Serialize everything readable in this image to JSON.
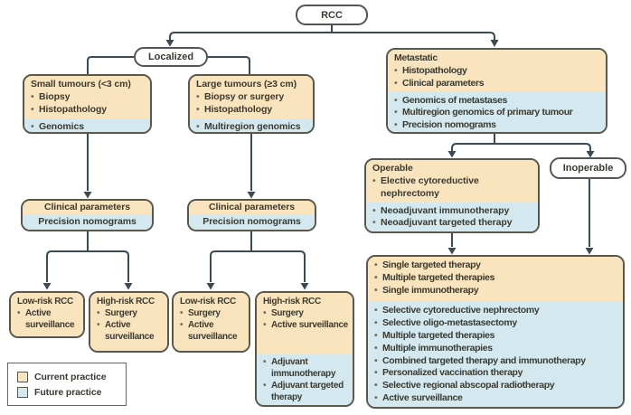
{
  "colors": {
    "current_practice": "#f9e4bd",
    "future_practice": "#d3e8ef",
    "box_border": "#59584d",
    "node_border": "#54545b",
    "arrow": "#3c4a54",
    "text": "#3a3a31",
    "bullet": "#6e6e64",
    "legend_border": "#666666"
  },
  "nodes": {
    "root": {
      "label": "RCC"
    },
    "localized": {
      "label": "Localized"
    },
    "inoperable": {
      "label": "Inoperable"
    }
  },
  "boxes": {
    "small_tumours": {
      "title": "Small tumours (<3 cm)",
      "current": [
        "Biopsy",
        "Histopathology"
      ],
      "future": [
        "Genomics"
      ]
    },
    "large_tumours": {
      "title": "Large tumours (≥3 cm)",
      "current": [
        "Biopsy or surgery",
        "Histopathology"
      ],
      "future": [
        "Multiregion genomics"
      ]
    },
    "metastatic": {
      "title": "Metastatic",
      "current": [
        "Histopathology",
        "Clinical parameters"
      ],
      "future": [
        "Genomics of metastases",
        "Multiregion genomics of primary tumour",
        "Precision nomograms"
      ]
    },
    "clinical_left": {
      "current": "Clinical parameters",
      "future": "Precision nomograms"
    },
    "clinical_right": {
      "current": "Clinical parameters",
      "future": "Precision nomograms"
    },
    "low_risk_left": {
      "title": "Low-risk RCC",
      "current": [
        "Active surveillance"
      ]
    },
    "high_risk_left": {
      "title": "High-risk RCC",
      "current": [
        "Surgery",
        "Active surveillance"
      ]
    },
    "low_risk_right": {
      "title": "Low-risk RCC",
      "current": [
        "Surgery",
        "Active surveillance"
      ]
    },
    "high_risk_right": {
      "title": "High-risk RCC",
      "current": [
        "Surgery",
        "Active surveillance"
      ],
      "future": [
        "Adjuvant immunotherapy",
        "Adjuvant targeted therapy"
      ]
    },
    "operable": {
      "title": "Operable",
      "current": [
        "Elective cytoreductive nephrectomy"
      ],
      "future": [
        "Neoadjuvant immunotherapy",
        "Neoadjuvant targeted therapy"
      ]
    },
    "metastatic_treatment": {
      "current": [
        "Single targeted therapy",
        "Multiple targeted therapies",
        "Single immunotherapy"
      ],
      "future": [
        "Selective cytoreductive nephrectomy",
        "Selective oligo-metastasectomy",
        "Multiple targeted therapies",
        "Multiple immunotherapies",
        "Combined targeted therapy and immunotherapy",
        "Personalized vaccination therapy",
        "Selective regional abscopal radiotherapy",
        "Active surveillance"
      ]
    }
  },
  "legend": {
    "items": [
      {
        "label": "Current practice",
        "swatch": "current_practice"
      },
      {
        "label": "Future practice",
        "swatch": "future_practice"
      }
    ]
  }
}
